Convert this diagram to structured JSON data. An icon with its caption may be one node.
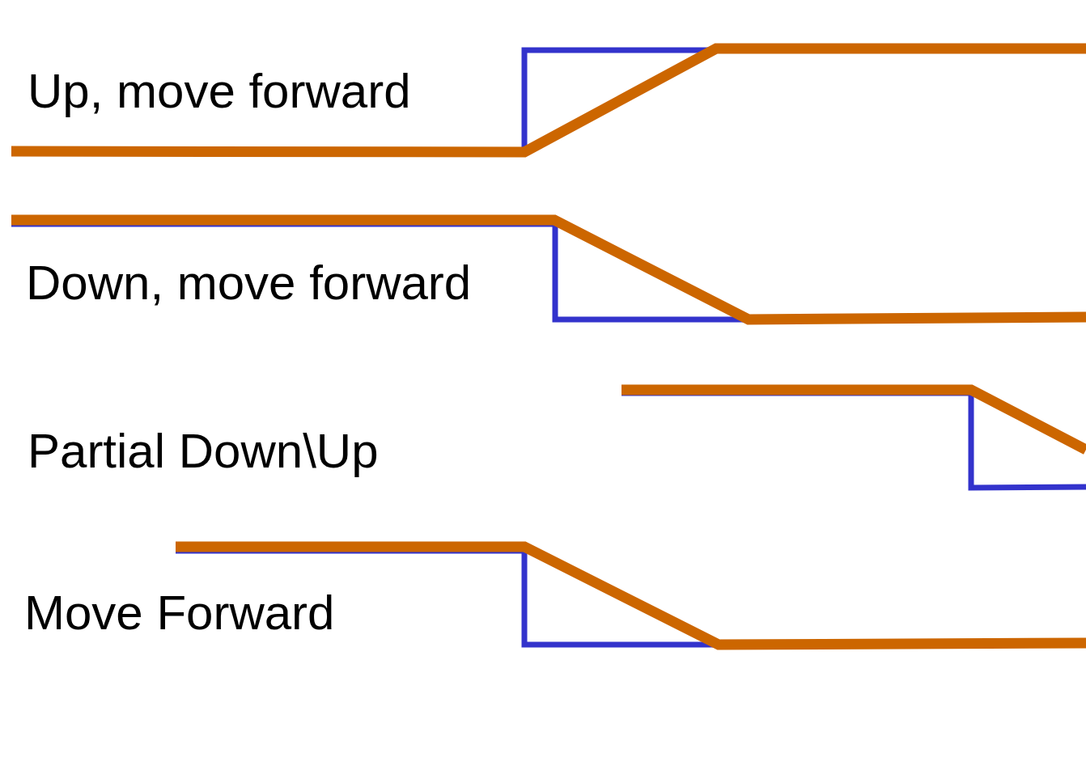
{
  "diagram": {
    "labels": [
      "Up, move forward",
      "Down, move forward",
      "Partial Down\\Up",
      "Move Forward"
    ]
  }
}
